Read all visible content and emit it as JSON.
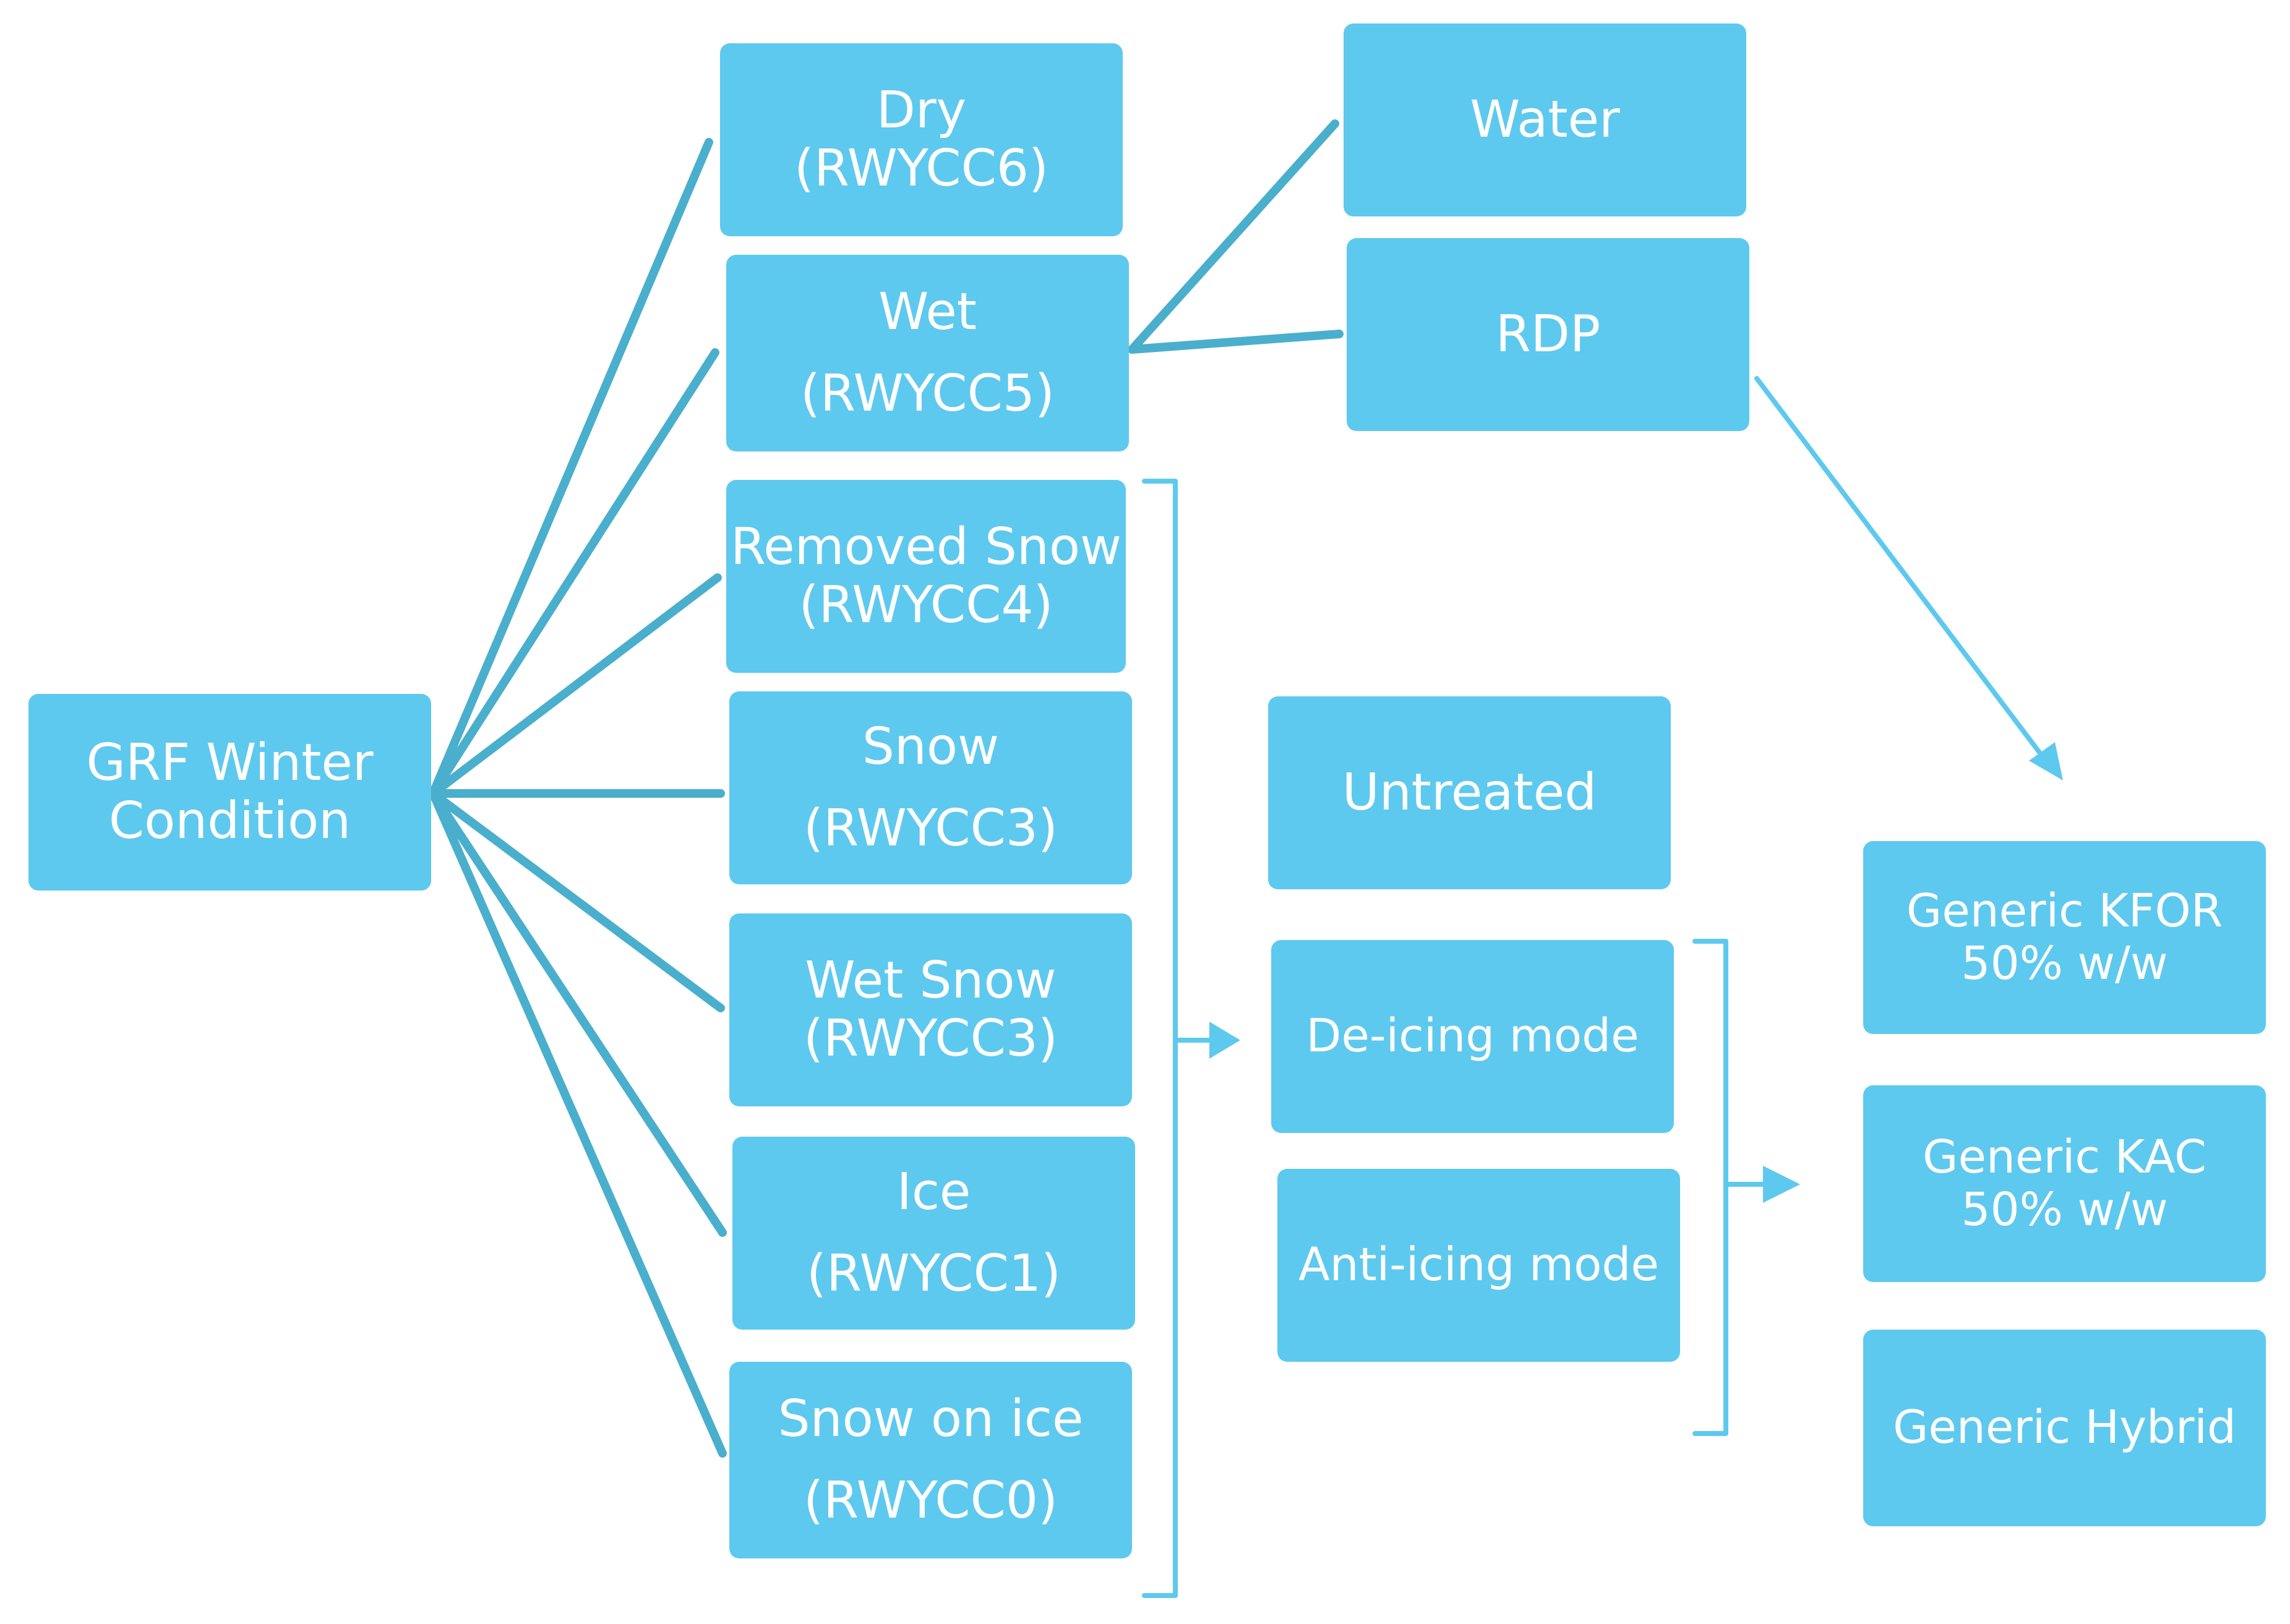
{
  "colors": {
    "box_fill": "#5ec9ee",
    "box_text": "#ffffff",
    "connector": "#4aafcd",
    "arrow": "#5ec9ee",
    "background": "#ffffff"
  },
  "root": {
    "line1": "GRF Winter",
    "line2": "Condition"
  },
  "conditions": [
    {
      "name": "Dry",
      "code": "(RWYCC6)"
    },
    {
      "name": "Wet",
      "code": "(RWYCC5)"
    },
    {
      "name": "Removed Snow",
      "code": "(RWYCC4)"
    },
    {
      "name": "Snow",
      "code": "(RWYCC3)"
    },
    {
      "name": "Wet Snow",
      "code": "(RWYCC3)"
    },
    {
      "name": "Ice",
      "code": "(RWYCC1)"
    },
    {
      "name": "Snow on ice",
      "code": "(RWYCC0)"
    }
  ],
  "wet_types": [
    "Water",
    "RDP"
  ],
  "treatment_modes": [
    "Untreated",
    "De-icing mode",
    "Anti-icing mode"
  ],
  "chemicals": [
    {
      "line1": "Generic KFOR",
      "line2": "50% w/w"
    },
    {
      "line1": "Generic KAC",
      "line2": "50% w/w"
    },
    {
      "line1": "Generic Hybrid"
    }
  ]
}
